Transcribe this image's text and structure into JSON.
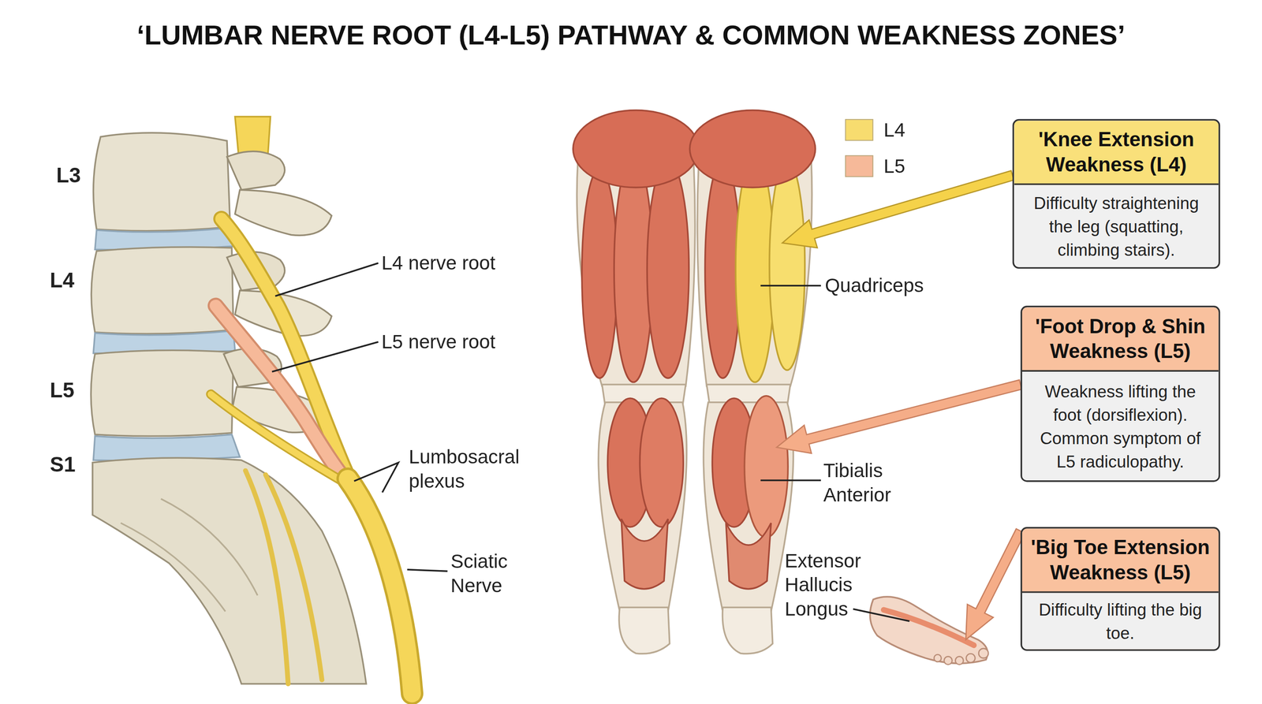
{
  "diagram": {
    "title": "‘LUMBAR NERVE ROOT (L4-L5) PATHWAY & COMMON WEAKNESS ZONES’",
    "nodes": [
      {
        "text": [
          "'Knee Extension Weakness (L4)",
          "Difficulty straightening the leg (squatting, climbing stairs)."
        ]
      },
      {
        "text": [
          "'Foot Drop & Shin Weakness (L5)",
          "Weakness lifting the foot (dorsiflexion). Common symptom of L5 radiculopathy."
        ]
      },
      {
        "text": [
          "'Big Toe Extension Weakness (L5)",
          "Difficulty lifting the big toe."
        ]
      }
    ],
    "labels": [
      "L3",
      "L4",
      "L5",
      "S1",
      "L4 nerve root",
      "L5 nerve root",
      "Lumbosacral plexus",
      "Sciatic Nerve",
      "Quadriceps",
      "Tibialis Anterior",
      "Extensor Hallucis Longus"
    ],
    "legend": [
      {
        "text": "L4",
        "color": "#f7dc6f"
      },
      {
        "text": "L5",
        "color": "#f6b999"
      }
    ]
  }
}
